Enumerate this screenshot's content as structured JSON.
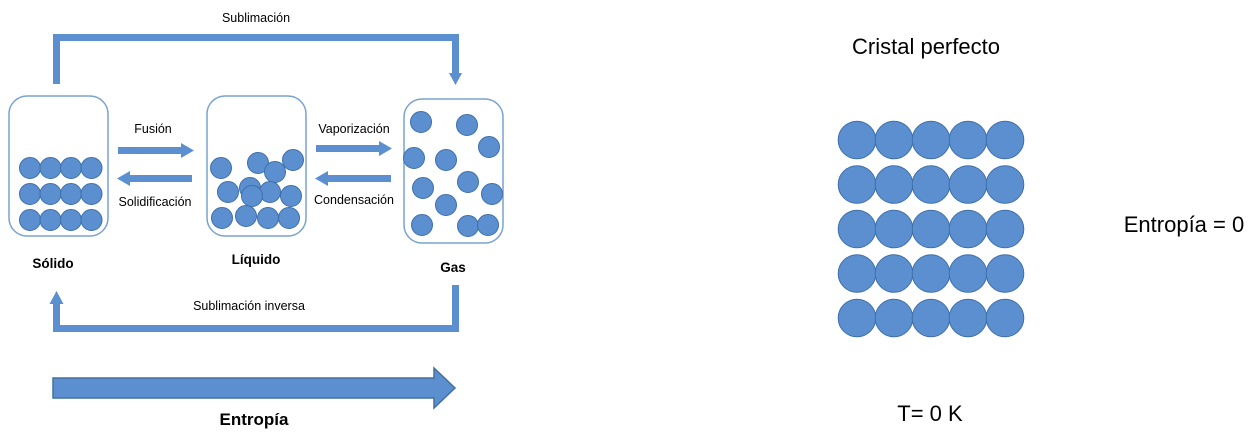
{
  "diagram": {
    "states": {
      "solid": "Sólido",
      "liquid": "Líquido",
      "gas": "Gas"
    },
    "transitions": {
      "sublimation": "Sublimación",
      "fusion": "Fusión",
      "solidification": "Solidificación",
      "vaporization": "Vaporización",
      "condensation": "Condensación",
      "deposition": "Sublimación inversa"
    },
    "entropy_label": "Entropía"
  },
  "crystal": {
    "title": "Cristal perfecto",
    "temperature": "T= 0 K",
    "entropy": "Entropía = 0"
  },
  "colors": {
    "particle": "#5b8fd0",
    "particle_stroke": "#3e6fa8",
    "arrow": "#5b8fd0",
    "arrow_stroke": "#41719c",
    "container": "#7aa2cf"
  }
}
